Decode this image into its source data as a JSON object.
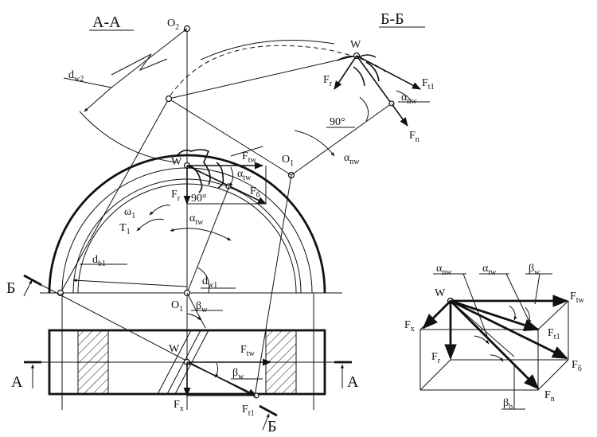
{
  "labels": {
    "section_aa": "А-А",
    "section_bb": "Б-Б",
    "o2": "O",
    "o2_sub": "2",
    "dw2": "d",
    "dw2_sub": "w2",
    "w_top": "W",
    "ftw_top": "F",
    "ftw_top_sub": "tw",
    "atw_top": "α",
    "atw_top_sub": "tw",
    "fb_top": "F",
    "fb_top_sub": "б",
    "fr_top": "F",
    "fr_top_sub": "r",
    "angle90_top": "90°",
    "omega1": "ω",
    "omega1_sub": "1",
    "t1": "T",
    "t1_sub": "1",
    "atw_mid": "α",
    "atw_mid_sub": "tw",
    "db1": "d",
    "db1_sub": "b1",
    "dw1": "d",
    "dw1_sub": "w1",
    "o1_center": "O",
    "o1_center_sub": "1",
    "o1_section": "O",
    "o1_section_sub": "1",
    "bw_mid": "β",
    "bw_mid_sub": "w",
    "b_left": "Б",
    "b_bottom": "Б",
    "a_left": "А",
    "a_right": "А",
    "w_bottom": "W",
    "ftw_bottom": "F",
    "ftw_bottom_sub": "tw",
    "bw_bottom": "β",
    "bw_bottom_sub": "w",
    "fx_bottom": "F",
    "fx_bottom_sub": "x",
    "ft1_bottom": "F",
    "ft1_bottom_sub": "t1",
    "w_bb": "W",
    "fr_bb": "F",
    "fr_bb_sub": "r",
    "ft1_bb": "F",
    "ft1_bb_sub": "t1",
    "anw_bb": "α",
    "anw_bb_sub": "nw",
    "angle90_bb": "90°",
    "fn_bb": "F",
    "fn_bb_sub": "n",
    "anw_bb2": "α",
    "anw_bb2_sub": "nw",
    "anw_box": "α",
    "anw_box_sub": "nw",
    "atw_box": "α",
    "atw_box_sub": "tw",
    "bw_box": "β",
    "bw_box_sub": "w",
    "w_box": "W",
    "ftw_box": "F",
    "ftw_box_sub": "tw",
    "fx_box": "F",
    "fx_box_sub": "x",
    "ft1_box": "F",
    "ft1_box_sub": "t1",
    "fr_box": "F",
    "fr_box_sub": "r",
    "fb_box": "F",
    "fb_box_sub": "б",
    "fn_box": "F",
    "fn_box_sub": "n",
    "bb_box": "β",
    "bb_box_sub": "b"
  }
}
